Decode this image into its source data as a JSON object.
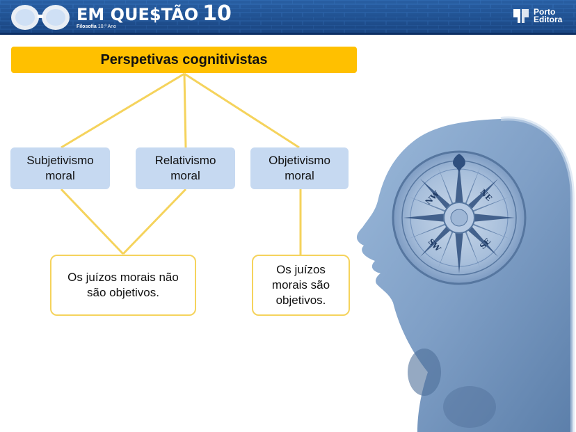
{
  "header": {
    "title_em": "EM QUE",
    "title_stao": "$TÃO",
    "title_num": "10",
    "subtitle_subject": "Filosofia",
    "subtitle_grade": "10.º Ano",
    "publisher_line1": "Porto",
    "publisher_line2": "Editora"
  },
  "diagram": {
    "title": "Perspetivas cognitivistas",
    "nodes": [
      {
        "line1": "Subjetivismo",
        "line2": "moral"
      },
      {
        "line1": "Relativismo",
        "line2": "moral"
      },
      {
        "line1": "Objetivismo",
        "line2": "moral"
      }
    ],
    "results": [
      {
        "text": "Os juízos morais não são objetivos."
      },
      {
        "text": "Os juízos morais são objetivos."
      }
    ]
  },
  "compass_labels": [
    "NE",
    "SE",
    "NW",
    "SW"
  ]
}
